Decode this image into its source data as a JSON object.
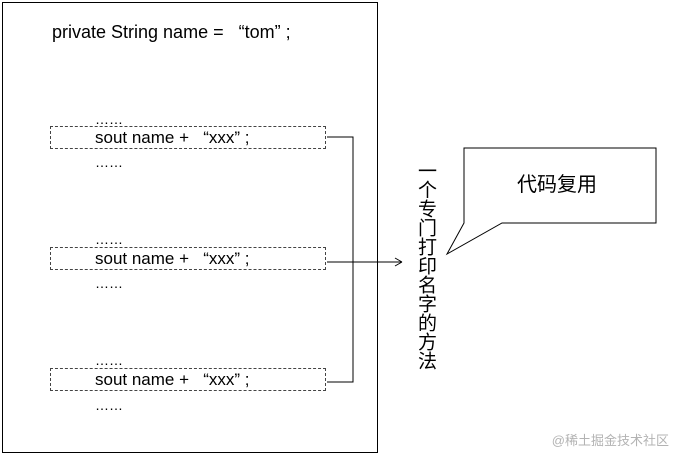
{
  "code": {
    "declaration": "private String name =   “tom” ;",
    "ellipsis": "……",
    "sout_line": "sout name +   “xxx” ;"
  },
  "method_label": "一个专门打印名字的方法",
  "callout_label": "代码复用",
  "watermark": "@稀土掘金技术社区"
}
